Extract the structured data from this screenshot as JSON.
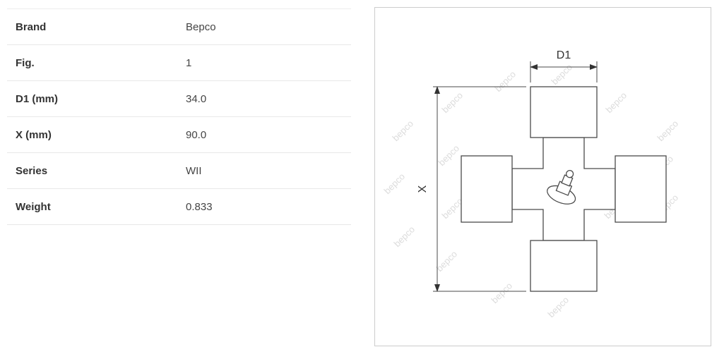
{
  "table": {
    "rows": [
      {
        "label": "Brand",
        "value": "Bepco"
      },
      {
        "label": "Fig.",
        "value": "1"
      },
      {
        "label": "D1 (mm)",
        "value": "34.0"
      },
      {
        "label": "X (mm)",
        "value": "90.0"
      },
      {
        "label": "Series",
        "value": "WII"
      },
      {
        "label": "Weight",
        "value": "0.833"
      }
    ]
  },
  "drawing": {
    "dim_d1_label": "D1",
    "dim_x_label": "X",
    "watermark": "bepco"
  }
}
